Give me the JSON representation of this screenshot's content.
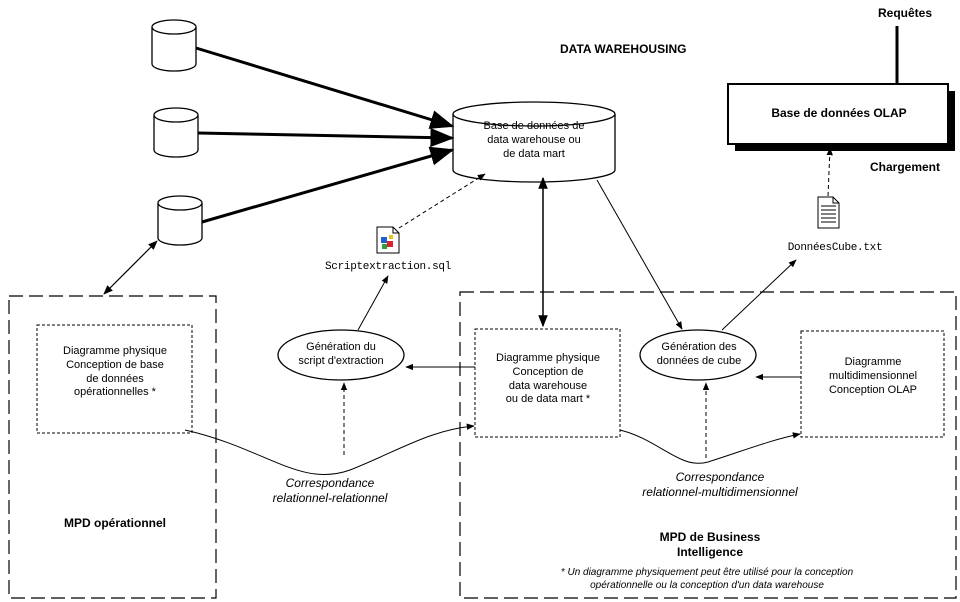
{
  "title": "DATA WAREHOUSING",
  "top_right": {
    "requetes": "Requêtes",
    "chargement": "Chargement"
  },
  "olap_db": "Base de données OLAP",
  "warehouse_db": "Base de données de\ndata warehouse ou\nde data mart",
  "files": {
    "script": "Scriptextraction.sql",
    "cube": "DonnéesCube.txt"
  },
  "processes": {
    "script_gen": "Génération du\nscript d'extraction",
    "cube_gen": "Génération des\ndonnées de cube"
  },
  "diagrams": {
    "operational": "Diagramme physique\nConception de base\nde données\nopérationnelles *",
    "warehouse": "Diagramme physique\nConception de\ndata warehouse\nou de data mart *",
    "olap": "Diagramme\nmultidimensionnel\nConception OLAP"
  },
  "mappings": {
    "rel_rel": "Correspondance\nrelationnel-relationnel",
    "rel_multi": "Correspondance\nrelationnel-multidimensionnel"
  },
  "groups": {
    "mpd_operational": "MPD opérationnel",
    "mpd_bi": "MPD de Business\nIntelligence"
  },
  "footnote": "* Un diagramme physiquement peut être utilisé pour la conception\nopérationnelle ou la conception d'un data warehouse"
}
